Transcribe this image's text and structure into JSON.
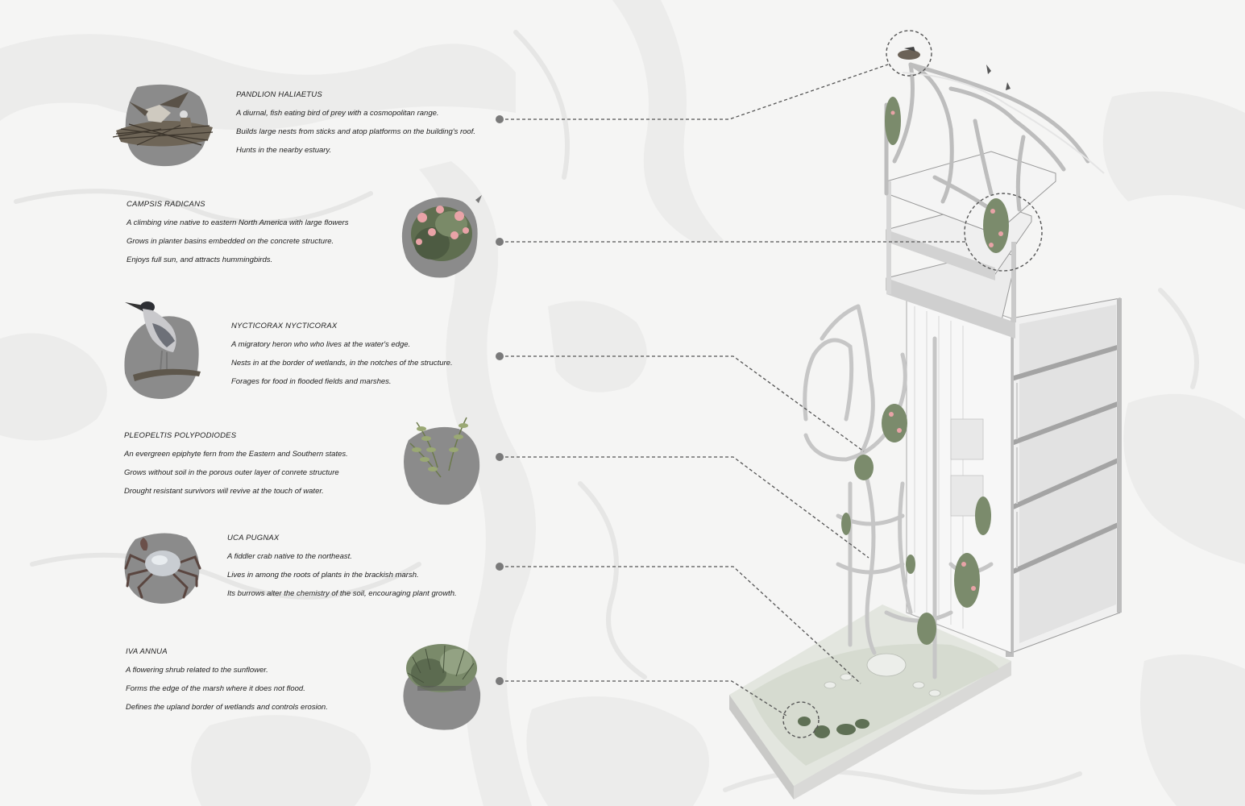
{
  "species": [
    {
      "id": "pandlion",
      "name": "PANDLION HALIAETUS",
      "lines": [
        "A diurnal, fish eating bird of prey with a cosmopolitan range.",
        "Builds large nests from sticks and atop platforms on the building's roof.",
        "Hunts in the nearby estuary."
      ],
      "icon": "osprey-nest-icon"
    },
    {
      "id": "campsis",
      "name": "CAMPSIS RADICANS",
      "lines": [
        "A climbing vine native to eastern North America with large flowers",
        "Grows in planter basins embedded on the concrete structure.",
        "Enjoys full sun, and attracts hummingbirds."
      ],
      "icon": "flowering-vine-icon"
    },
    {
      "id": "nycticorax",
      "name": "NYCTICORAX NYCTICORAX",
      "lines": [
        "A migratory heron who who lives at the water's edge.",
        "Nests in at the border of wetlands, in the notches of the structure.",
        "Forages for food in flooded fields and marshes."
      ],
      "icon": "heron-icon"
    },
    {
      "id": "pleopeltis",
      "name": "PLEOPELTIS POLYPODIODES",
      "lines": [
        "An evergreen epiphyte fern from the Eastern and Southern states.",
        "Grows without soil in the porous outer layer of conrete structure",
        "Drought resistant survivors will revive at the touch of water."
      ],
      "icon": "fern-icon"
    },
    {
      "id": "uca",
      "name": "UCA PUGNAX",
      "lines": [
        "A fiddler crab native to the northeast.",
        "Lives in among the roots of plants in the brackish marsh.",
        "Its burrows alter the chemistry of the soil, encouraging plant growth."
      ],
      "icon": "crab-icon"
    },
    {
      "id": "iva",
      "name": "IVA ANNUA",
      "lines": [
        "A flowering shrub related to the sunflower.",
        "Forms the edge of the marsh where it does not flood.",
        "Defines the upland border of wetlands and controls erosion."
      ],
      "icon": "shrub-icon"
    }
  ],
  "colors": {
    "background": "#f4f4f3",
    "blob": "#8a8a8a",
    "leader": "#555555",
    "flower": "#e8a0a4",
    "foliage": "#6f8060"
  }
}
